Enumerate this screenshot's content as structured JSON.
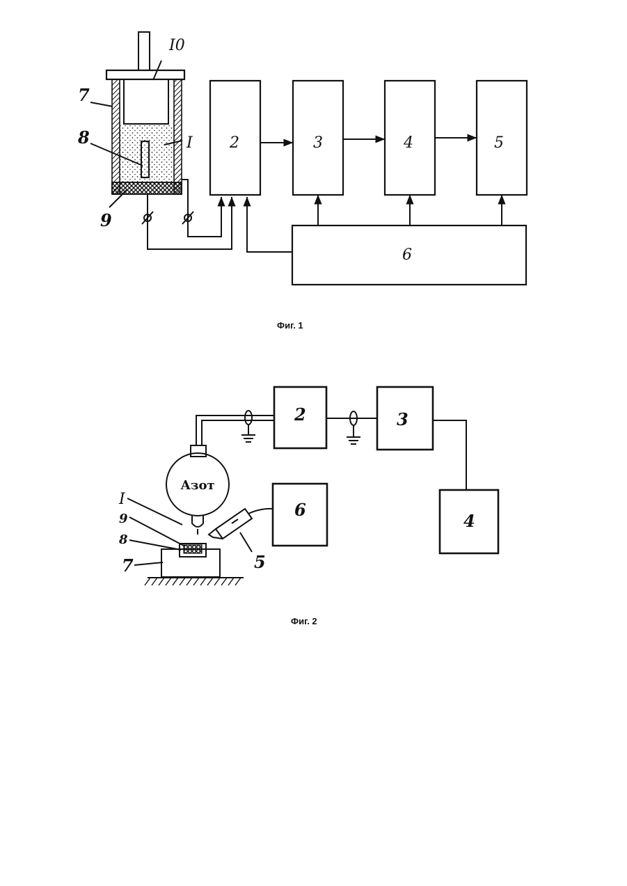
{
  "figure1": {
    "caption": "Фиг. 1",
    "part_labels": {
      "p10": "I0",
      "p7": "7",
      "p8": "8",
      "p1": "I",
      "p9": "9"
    },
    "blocks": {
      "b2": "2",
      "b3": "3",
      "b4": "4",
      "b5": "5",
      "b6": "6"
    }
  },
  "figure2": {
    "caption": "Фиг. 2",
    "gauge_label": "Азот",
    "part_labels": {
      "p1": "I",
      "p9": "9",
      "p8": "8",
      "p7": "7",
      "p5": "5"
    },
    "blocks": {
      "b2": "2",
      "b3": "3",
      "b4": "4",
      "b6": "6"
    }
  }
}
